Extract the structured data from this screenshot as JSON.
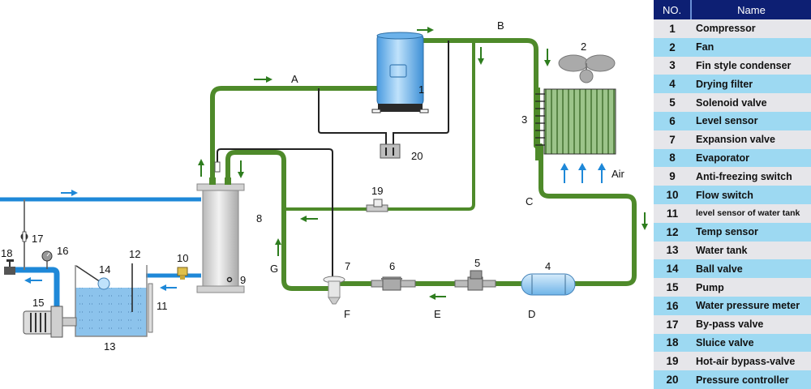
{
  "legend": {
    "header_no": "NO.",
    "header_name": "Name",
    "rows": [
      {
        "no": "1",
        "name": "Compressor"
      },
      {
        "no": "2",
        "name": "Fan"
      },
      {
        "no": "3",
        "name": "Fin style condenser"
      },
      {
        "no": "4",
        "name": "Drying filter"
      },
      {
        "no": "5",
        "name": "Solenoid valve"
      },
      {
        "no": "6",
        "name": "Level sensor"
      },
      {
        "no": "7",
        "name": "Expansion valve"
      },
      {
        "no": "8",
        "name": "Evaporator"
      },
      {
        "no": "9",
        "name": "Anti-freezing switch"
      },
      {
        "no": "10",
        "name": "Flow switch"
      },
      {
        "no": "11",
        "name": "level sensor of water tank"
      },
      {
        "no": "12",
        "name": "Temp sensor"
      },
      {
        "no": "13",
        "name": "Water tank"
      },
      {
        "no": "14",
        "name": "Ball valve"
      },
      {
        "no": "15",
        "name": "Pump"
      },
      {
        "no": "16",
        "name": "Water pressure meter"
      },
      {
        "no": "17",
        "name": "By-pass valve"
      },
      {
        "no": "18",
        "name": "Sluice valve"
      },
      {
        "no": "19",
        "name": "Hot-air bypass-valve"
      },
      {
        "no": "20",
        "name": "Pressure controller"
      }
    ]
  },
  "diagram": {
    "point_labels": {
      "A": "A",
      "B": "B",
      "C": "C",
      "D": "D",
      "E": "E",
      "F": "F",
      "G": "G"
    },
    "component_labels": {
      "c1": "1",
      "c2": "2",
      "c3": "3",
      "c4": "4",
      "c5": "5",
      "c6": "6",
      "c7": "7",
      "c8": "8",
      "c9": "9",
      "c10": "10",
      "c11": "11",
      "c12": "12",
      "c13": "13",
      "c14": "14",
      "c15": "15",
      "c16": "16",
      "c17": "17",
      "c18": "18",
      "c19": "19",
      "c20": "20"
    },
    "air_label": "Air",
    "colors": {
      "refrigerant_pipe": "#4e8a2a",
      "water_pipe": "#1e88d8",
      "flow_arrow": "#2e7d1e",
      "air_arrow": "#1e88d8"
    }
  }
}
